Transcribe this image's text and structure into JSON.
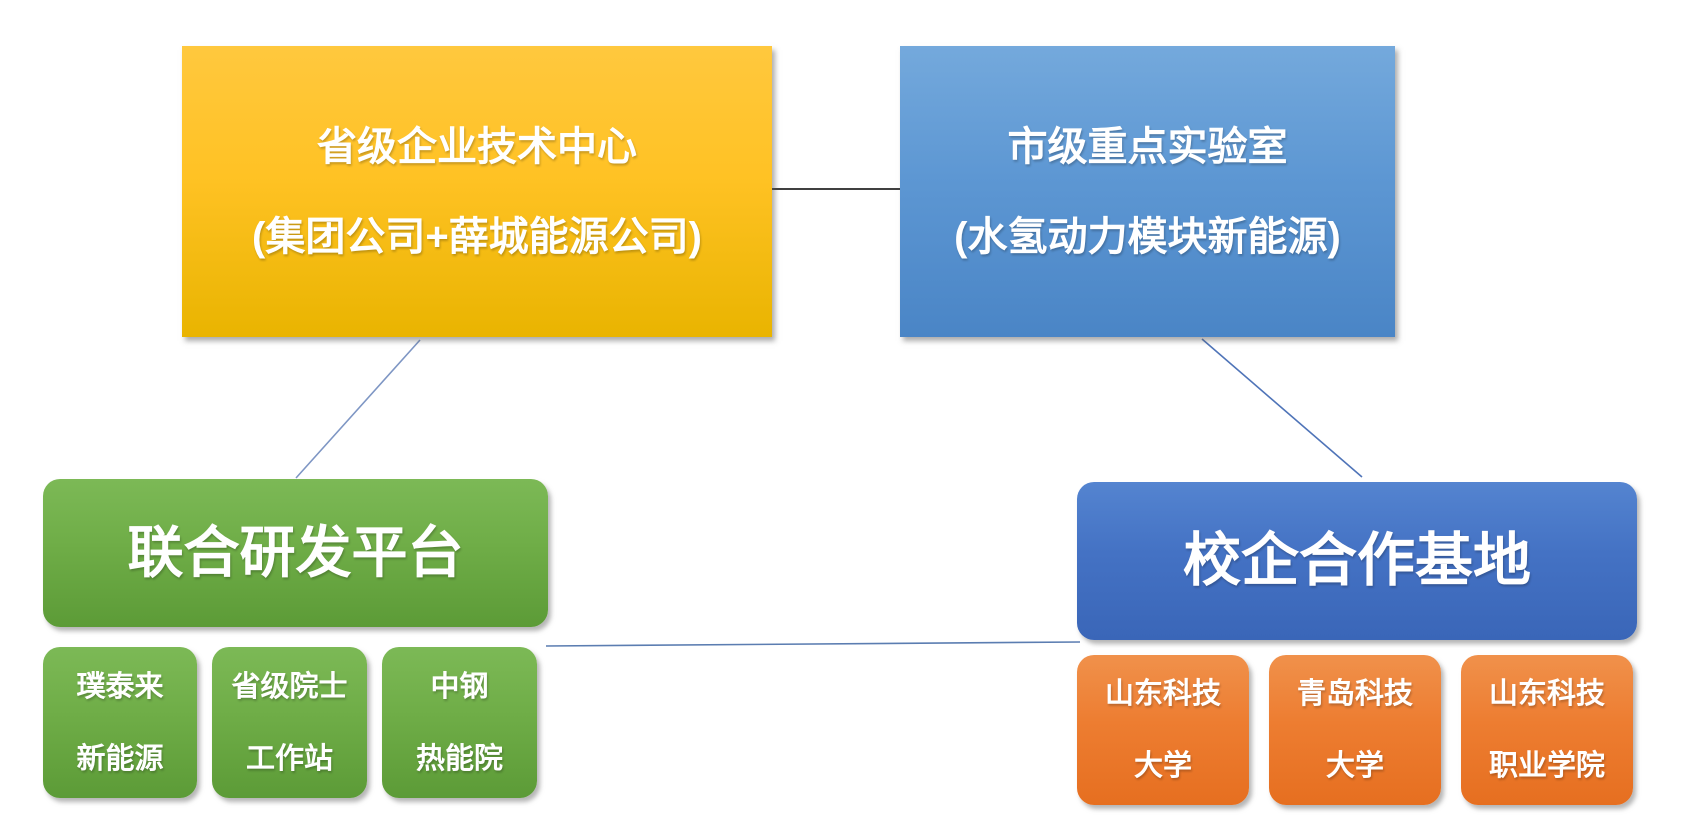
{
  "diagram": {
    "nodes": {
      "tech_center": {
        "line1": "省级企业技术中心",
        "line2": "(集团公司+薛城能源公司)"
      },
      "key_lab": {
        "line1": "市级重点实验室",
        "line2": "(水氢动力模块新能源)"
      },
      "rd_platform": {
        "label": "联合研发平台"
      },
      "cooperation_base": {
        "label": "校企合作基地"
      },
      "rd_partners": [
        {
          "line1": "璞泰来",
          "line2": "新能源"
        },
        {
          "line1": "省级院士",
          "line2": "工作站"
        },
        {
          "line1": "中钢",
          "line2": "热能院"
        }
      ],
      "universities": [
        {
          "line1": "山东科技",
          "line2": "大学"
        },
        {
          "line1": "青岛科技",
          "line2": "大学"
        },
        {
          "line1": "山东科技",
          "line2": "职业学院"
        }
      ]
    },
    "colors": {
      "yellow": "#FFC224",
      "blue": "#5D97D3",
      "green": "#6FAD47",
      "dark_blue": "#4472C4",
      "orange": "#ED7D31",
      "connector_dark": "#404040",
      "connector_blue_gray": "#7E96C4",
      "connector_blue": "#4F74B8"
    }
  }
}
